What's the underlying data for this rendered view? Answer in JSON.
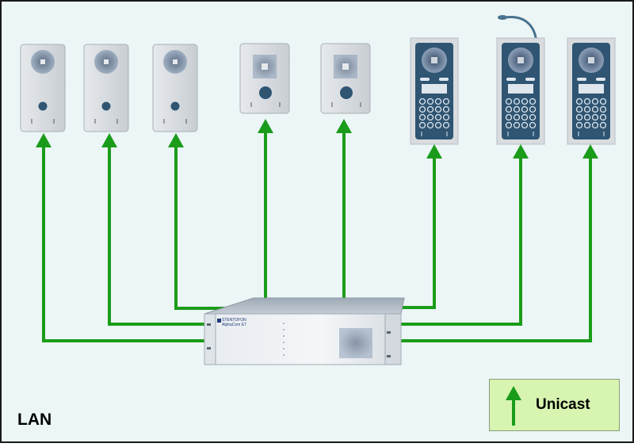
{
  "diagram": {
    "network_label": "LAN",
    "legend": {
      "label": "Unicast",
      "arrow_color": "#1a9c1a"
    },
    "server_unit": {
      "brand_line1": "STENTOFON",
      "brand_line2": "AlphaCom E7"
    },
    "colors": {
      "background": "#ecf6f6",
      "frame": "#1a1a1a",
      "link": "#1a9c1a",
      "legend_fill": "#d7f5b0",
      "panel_light": "#d8dcdf",
      "panel_dark": "#2f5573"
    },
    "stations": [
      {
        "type": "single-button-intercom",
        "icon": "intercom-station-icon"
      },
      {
        "type": "single-button-intercom",
        "icon": "intercom-station-icon"
      },
      {
        "type": "single-button-intercom",
        "icon": "intercom-station-icon"
      },
      {
        "type": "vandal-resistant-intercom",
        "icon": "vandal-station-icon"
      },
      {
        "type": "vandal-resistant-intercom",
        "icon": "vandal-station-icon"
      },
      {
        "type": "keypad-master-station",
        "icon": "keypad-station-icon"
      },
      {
        "type": "keypad-master-station-with-gooseneck-microphone",
        "icon": "gooseneck-keypad-station-icon"
      },
      {
        "type": "keypad-master-station",
        "icon": "keypad-station-icon"
      }
    ]
  }
}
